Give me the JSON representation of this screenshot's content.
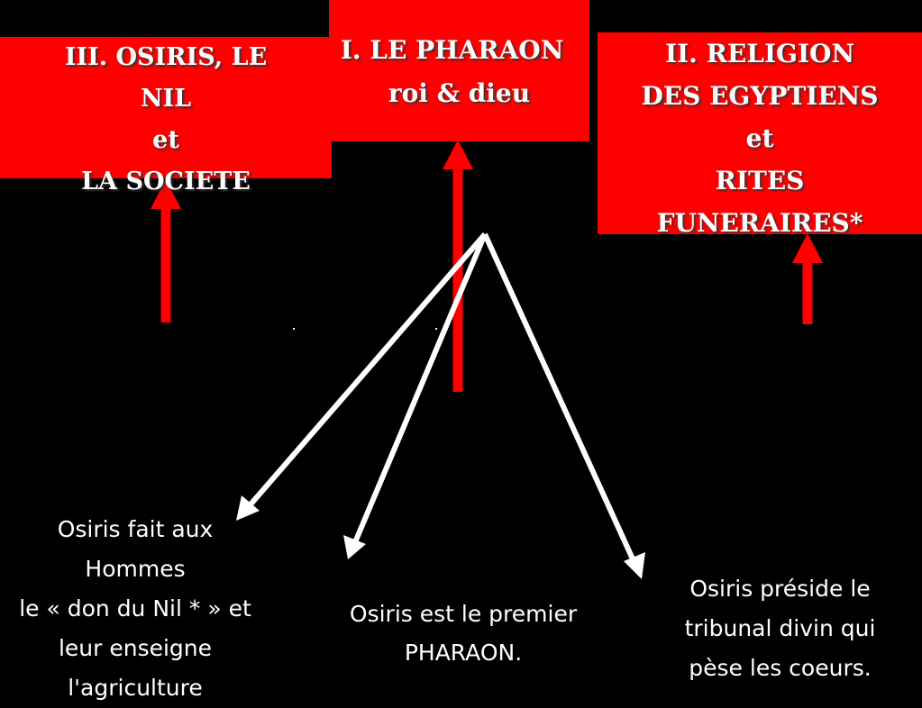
{
  "boxes": {
    "osiris_nil": [
      "III. OSIRIS, LE",
      "NIL",
      "et",
      "LA SOCIETE"
    ],
    "pharaon": [
      "I. LE PHARAON",
      "roi & dieu"
    ],
    "religion": [
      "II. RELIGION",
      "DES EGYPTIENS",
      "et",
      "RITES",
      "FUNERAIRES*"
    ]
  },
  "captions": {
    "left": [
      "Osiris fait aux",
      "Hommes",
      "le « don du Nil * » et",
      "leur enseigne",
      "l'agriculture"
    ],
    "middle": [
      "Osiris est le premier",
      "PHARAON."
    ],
    "right": [
      "Osiris préside le",
      "tribunal divin qui",
      "pèse les coeurs."
    ]
  },
  "colors": {
    "background": "#000000",
    "box": "#ff0000",
    "red_arrow": "#ff0000",
    "white_arrow": "#ffffff"
  }
}
